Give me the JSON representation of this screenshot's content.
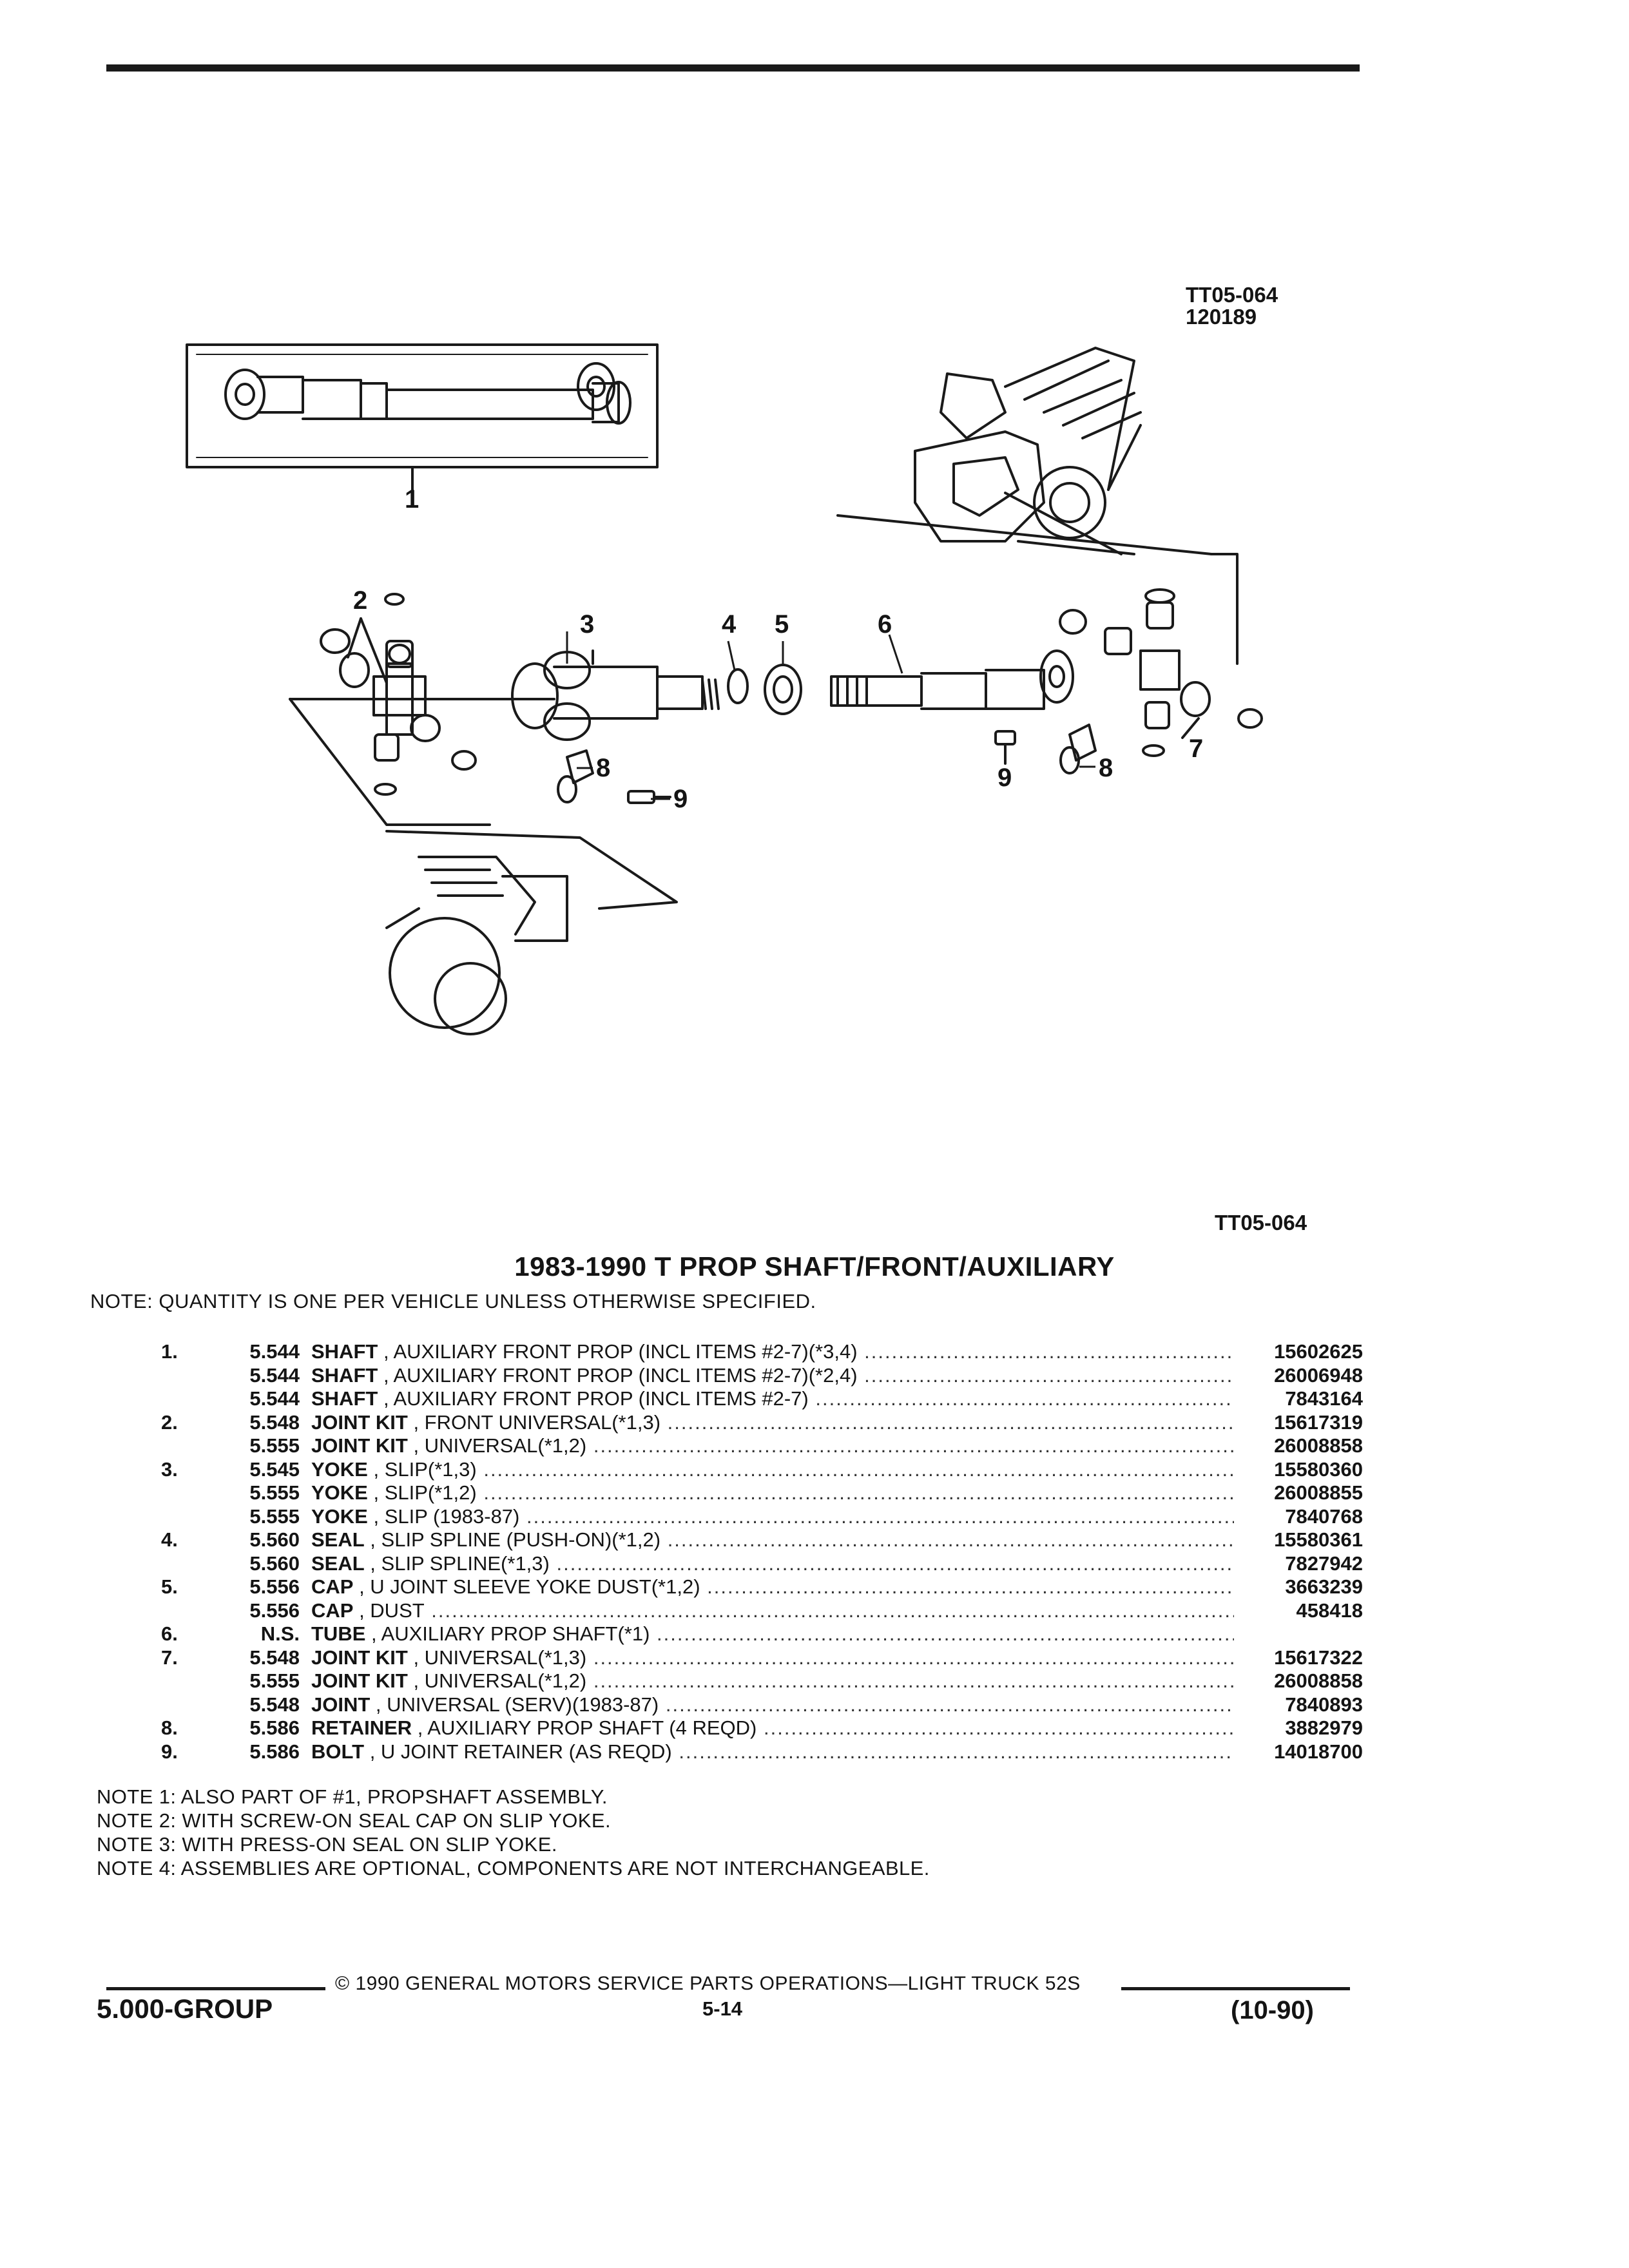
{
  "header": {
    "ref_code": "TT05-064",
    "ref_date": "120189"
  },
  "figure": {
    "callouts": [
      "1",
      "2",
      "3",
      "4",
      "5",
      "6",
      "7",
      "8",
      "9",
      "8",
      "9",
      "7"
    ],
    "bottom_ref": "TT05-064"
  },
  "title": "1983-1990 T PROP SHAFT/FRONT/AUXILIARY",
  "note_main": "NOTE:  QUANTITY IS ONE PER VEHICLE UNLESS OTHERWISE SPECIFIED.",
  "parts": [
    {
      "item": "1.",
      "group": "5.544",
      "name": "SHAFT",
      "desc": " , AUXILIARY FRONT PROP (INCL ITEMS #2-7)(*3,4)",
      "pn": "15602625"
    },
    {
      "item": "",
      "group": "5.544",
      "name": "SHAFT",
      "desc": " , AUXILIARY FRONT PROP (INCL ITEMS #2-7)(*2,4)",
      "pn": "26006948"
    },
    {
      "item": "",
      "group": "5.544",
      "name": "SHAFT",
      "desc": " , AUXILIARY FRONT PROP (INCL ITEMS #2-7)",
      "pn": "7843164"
    },
    {
      "item": "2.",
      "group": "5.548",
      "name": "JOINT KIT",
      "desc": " , FRONT UNIVERSAL(*1,3)",
      "pn": "15617319"
    },
    {
      "item": "",
      "group": "5.555",
      "name": "JOINT KIT",
      "desc": " , UNIVERSAL(*1,2)",
      "pn": "26008858"
    },
    {
      "item": "3.",
      "group": "5.545",
      "name": "YOKE",
      "desc": " , SLIP(*1,3)",
      "pn": "15580360"
    },
    {
      "item": "",
      "group": "5.555",
      "name": "YOKE",
      "desc": " , SLIP(*1,2)",
      "pn": "26008855"
    },
    {
      "item": "",
      "group": "5.555",
      "name": "YOKE",
      "desc": " , SLIP (1983-87)",
      "pn": "7840768"
    },
    {
      "item": "4.",
      "group": "5.560",
      "name": "SEAL",
      "desc": " , SLIP SPLINE (PUSH-ON)(*1,2)",
      "pn": "15580361"
    },
    {
      "item": "",
      "group": "5.560",
      "name": "SEAL",
      "desc": " , SLIP SPLINE(*1,3)",
      "pn": "7827942"
    },
    {
      "item": "5.",
      "group": "5.556",
      "name": "CAP",
      "desc": " , U JOINT SLEEVE YOKE DUST(*1,2)",
      "pn": "3663239"
    },
    {
      "item": "",
      "group": "5.556",
      "name": "CAP",
      "desc": " , DUST",
      "pn": "458418"
    },
    {
      "item": "6.",
      "group": "N.S.",
      "name": "TUBE",
      "desc": " , AUXILIARY PROP SHAFT(*1)",
      "pn": ""
    },
    {
      "item": "7.",
      "group": "5.548",
      "name": "JOINT KIT",
      "desc": " , UNIVERSAL(*1,3)",
      "pn": "15617322"
    },
    {
      "item": "",
      "group": "5.555",
      "name": "JOINT KIT",
      "desc": " , UNIVERSAL(*1,2)",
      "pn": "26008858"
    },
    {
      "item": "",
      "group": "5.548",
      "name": "JOINT",
      "desc": " , UNIVERSAL (SERV)(1983-87)",
      "pn": "7840893"
    },
    {
      "item": "8.",
      "group": "5.586",
      "name": "RETAINER",
      "desc": " , AUXILIARY PROP SHAFT (4 REQD)",
      "pn": "3882979"
    },
    {
      "item": "9.",
      "group": "5.586",
      "name": "BOLT",
      "desc": " , U JOINT RETAINER (AS REQD)",
      "pn": "14018700"
    }
  ],
  "notes": [
    "NOTE  1:  ALSO PART OF #1, PROPSHAFT ASSEMBLY.",
    "NOTE  2:  WITH SCREW-ON SEAL CAP ON SLIP YOKE.",
    "NOTE  3:  WITH PRESS-ON SEAL ON SLIP YOKE.",
    "NOTE  4:  ASSEMBLIES ARE OPTIONAL, COMPONENTS ARE NOT INTERCHANGEABLE."
  ],
  "footer": {
    "copyright": "©  1990  GENERAL MOTORS SERVICE PARTS OPERATIONS—LIGHT TRUCK 52S",
    "group": "5.000-GROUP",
    "page": "5-14",
    "revision": "(10-90)"
  }
}
